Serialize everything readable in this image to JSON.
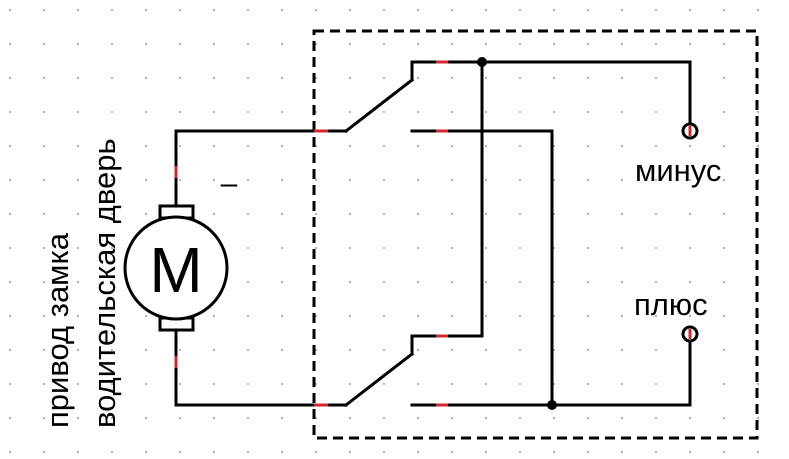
{
  "labels": {
    "line1": "привод замка",
    "line2": "водительская дверь",
    "motor": "M",
    "minus_sign": "–",
    "terminal_minus": "минус",
    "terminal_plus": "плюс"
  },
  "colors": {
    "wire": "#000000",
    "pin_mark": "#d0282e",
    "grid_dot": "#9a9a9a",
    "box_border": "#000000"
  }
}
